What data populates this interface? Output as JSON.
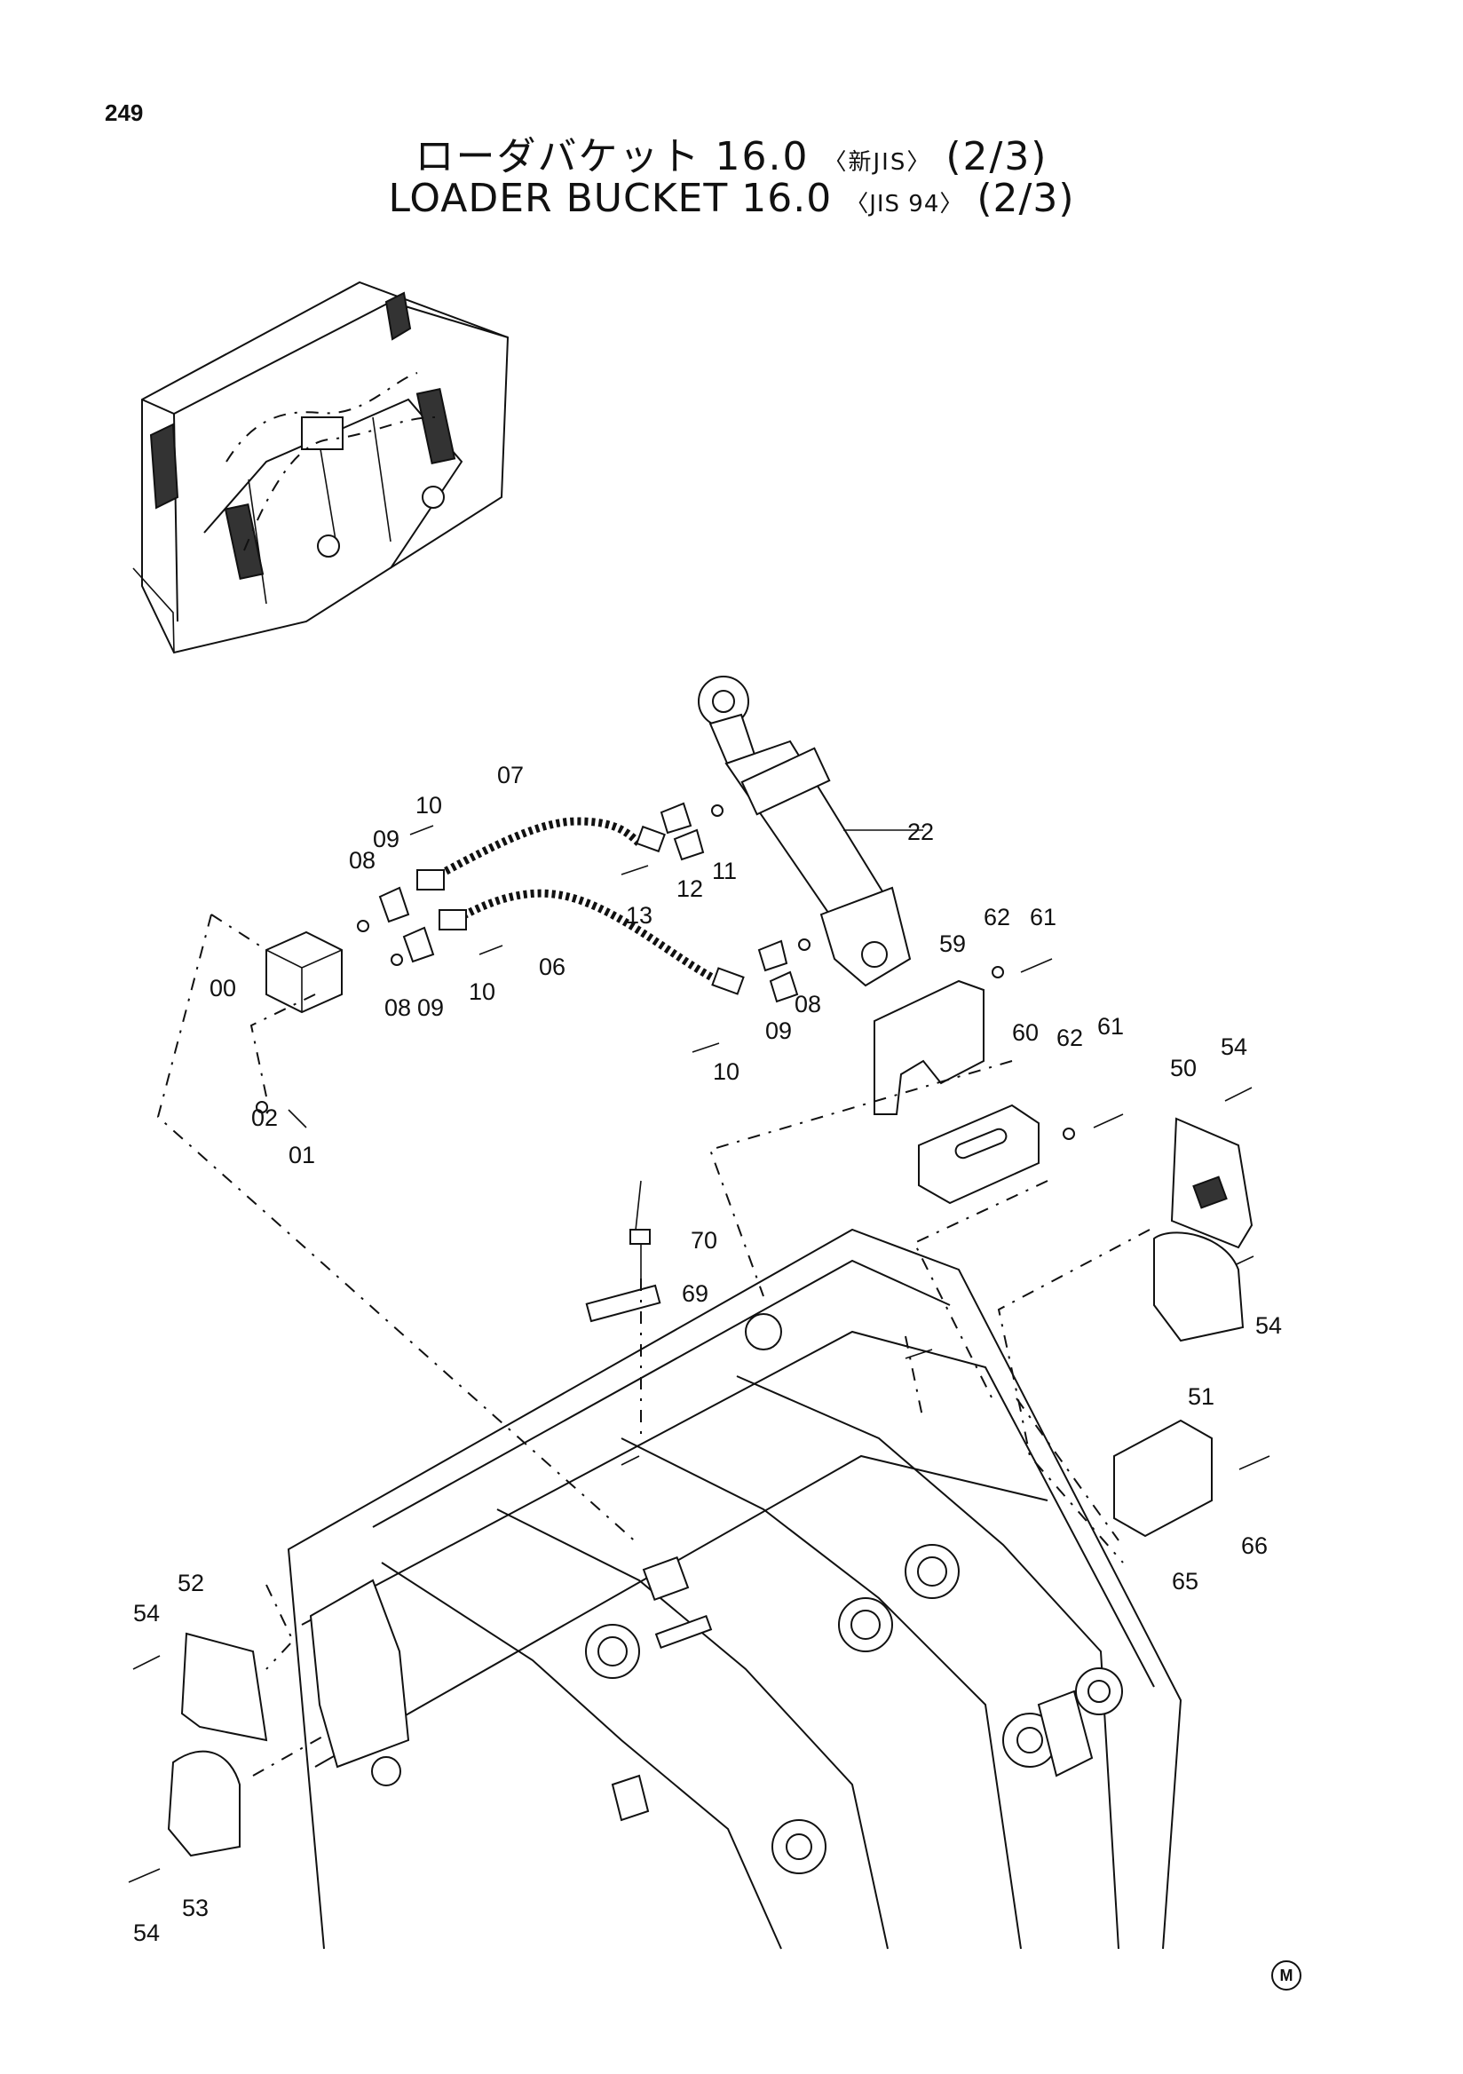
{
  "page": {
    "number": "249",
    "title_jp": "ローダバケット 16.0",
    "title_jp_spec": "〈新JIS〉",
    "title_jp_part": "(2/3)",
    "title_en": "LOADER BUCKET 16.0",
    "title_en_spec": "〈JIS 94〉",
    "title_en_part": "(2/3)",
    "maker_mark": "M"
  },
  "callouts": {
    "c07": "07",
    "c10a": "10",
    "c09a": "09",
    "c08a": "08",
    "c22": "22",
    "c12": "12",
    "c11": "11",
    "c13": "13",
    "c00": "00",
    "c06": "06",
    "c08b": "08",
    "c09b": "09",
    "c10b": "10",
    "c09c": "09",
    "c08c": "08",
    "c10c": "10",
    "c02": "02",
    "c01": "01",
    "c61a": "61",
    "c62a": "62",
    "c59": "59",
    "c60": "60",
    "c62b": "62",
    "c61b": "61",
    "c50": "50",
    "c54a": "54",
    "c70": "70",
    "c69": "69",
    "c54b": "54",
    "c51": "51",
    "c66": "66",
    "c65": "65",
    "c52": "52",
    "c54c": "54",
    "c53": "53",
    "c54d": "54"
  }
}
